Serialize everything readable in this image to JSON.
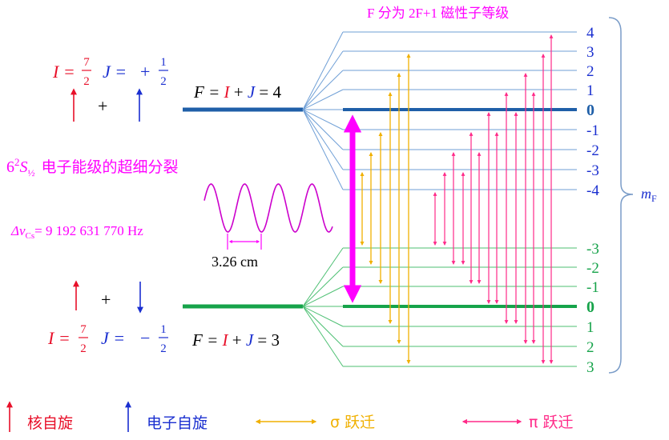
{
  "title": "F 分为 2F+1 磁性子等级",
  "colors": {
    "nuclear": "#e8102a",
    "electron": "#1a2fd0",
    "upper": "#1f5fa8",
    "lower": "#16a34a",
    "sigma": "#f0b000",
    "pi": "#ff2a88",
    "magenta": "#ff00ff",
    "sublevel_upper": "#6f9fd6",
    "sublevel_lower": "#4cbf72"
  },
  "upper": {
    "I_lhs": "I =",
    "I_num": "7",
    "I_den": "2",
    "J_lhs": "J =",
    "J_sign": "+",
    "J_num": "1",
    "J_den": "2",
    "plus": "+",
    "F_eq_a": "F =",
    "F_I": "I",
    "F_plus": "+",
    "F_J": "J",
    "F_rhs": "= 4",
    "mF": [
      "4",
      "3",
      "2",
      "1",
      "0",
      "-1",
      "-2",
      "-3",
      "-4"
    ]
  },
  "lower": {
    "I_lhs": "I =",
    "I_num": "7",
    "I_den": "2",
    "J_lhs": "J =",
    "J_sign": "−",
    "J_num": "1",
    "J_den": "2",
    "plus": "+",
    "F_eq_a": "F =",
    "F_I": "I",
    "F_plus": "+",
    "F_J": "J",
    "F_rhs": "= 3",
    "mF": [
      "-3",
      "-2",
      "-1",
      "0",
      "1",
      "2",
      "3"
    ]
  },
  "state_label": {
    "prefix": "6",
    "sup": "2",
    "S": "S",
    "sub": "½",
    "text": "电子能级的超细分裂"
  },
  "freq": {
    "delta": "Δν",
    "sub": "Cs",
    "value": "= 9 192 631 770 Hz"
  },
  "wavelength": "3.26 cm",
  "mF_label": {
    "m": "m",
    "F": "F"
  },
  "legend": {
    "nuclear": "核自旋",
    "electron": "电子自旋",
    "sigma": "σ 跃迁",
    "pi": "π 跃迁"
  }
}
